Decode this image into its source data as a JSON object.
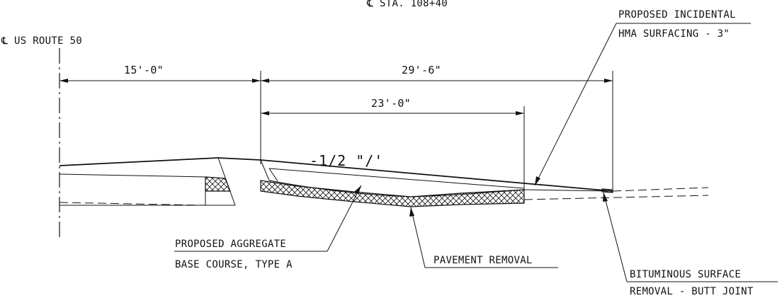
{
  "labels": {
    "station": "℄ STA. 108+40",
    "route": "℄ US ROUTE 50",
    "surfacing_line1": "PROPOSED INCIDENTAL",
    "surfacing_line2": "HMA SURFACING - 3\"",
    "aggregate_line1": "PROPOSED AGGREGATE",
    "aggregate_line2": "BASE COURSE, TYPE A",
    "pavement_removal": "PAVEMENT REMOVAL",
    "bituminous_line1": "BITUMINOUS SURFACE",
    "bituminous_line2": "REMOVAL - BUTT JOINT"
  },
  "dimensions": {
    "left_width": "15'-0\"",
    "total_width": "29'-6\"",
    "inner_width": "23'-0\""
  },
  "slope": "-1/2 \"/'"
}
